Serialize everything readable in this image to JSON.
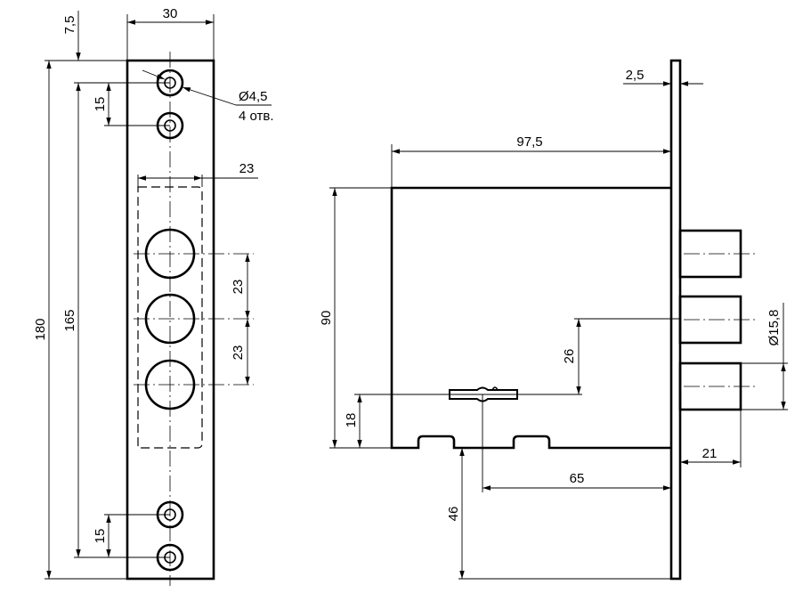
{
  "front_view": {
    "dim_width": "30",
    "dim_top_offset": "7,5",
    "dim_total_height": "180",
    "dim_hole_span": "165",
    "dim_hole_pitch_top": "15",
    "dim_hole_pitch_bottom": "15",
    "dim_cutout_width": "23",
    "dim_bolt_pitch_1": "23",
    "dim_bolt_pitch_2": "23",
    "hole_diameter": "Ø4,5",
    "hole_count": "4 отв."
  },
  "side_view": {
    "dim_plate_thickness": "2,5",
    "dim_body_depth": "97,5",
    "dim_body_height": "90",
    "dim_key_height": "18",
    "dim_key_to_bolt": "26",
    "dim_backset": "65",
    "dim_bottom_offset": "46",
    "dim_bolt_diameter": "Ø15,8",
    "dim_bolt_throw": "21"
  }
}
